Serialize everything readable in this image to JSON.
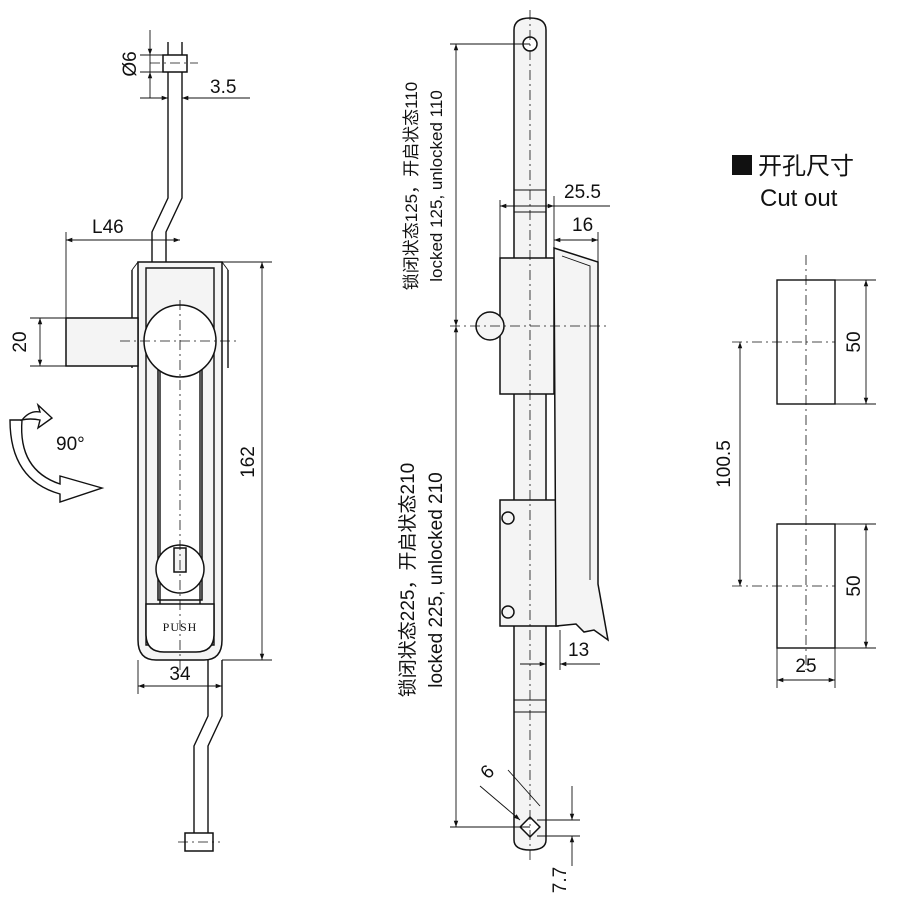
{
  "front_view": {
    "dim_diameter": "Ø6",
    "dim_thickness": "3.5",
    "dim_offset": "L46",
    "dim_handle_width": "20",
    "dim_rotation": "90°",
    "dim_height": "162",
    "dim_width": "34",
    "button_label": "PUSH"
  },
  "side_view": {
    "dim_top_cn": "锁闭状态125，开启状态110",
    "dim_top_en": "locked 125, unlocked 110",
    "dim_bottom_cn": "锁闭状态225，开启状态210",
    "dim_bottom_en": "locked 225, unlocked 210",
    "dim_rod_width": "25.5",
    "dim_handle_depth": "16",
    "dim_base_depth": "13",
    "dim_hole": "6",
    "dim_end": "7.7"
  },
  "cutout": {
    "title_cn": "开孔尺寸",
    "title_en": "Cut out",
    "dim_spacing": "100.5",
    "dim_height_top": "50",
    "dim_height_bottom": "50",
    "dim_width": "25"
  }
}
